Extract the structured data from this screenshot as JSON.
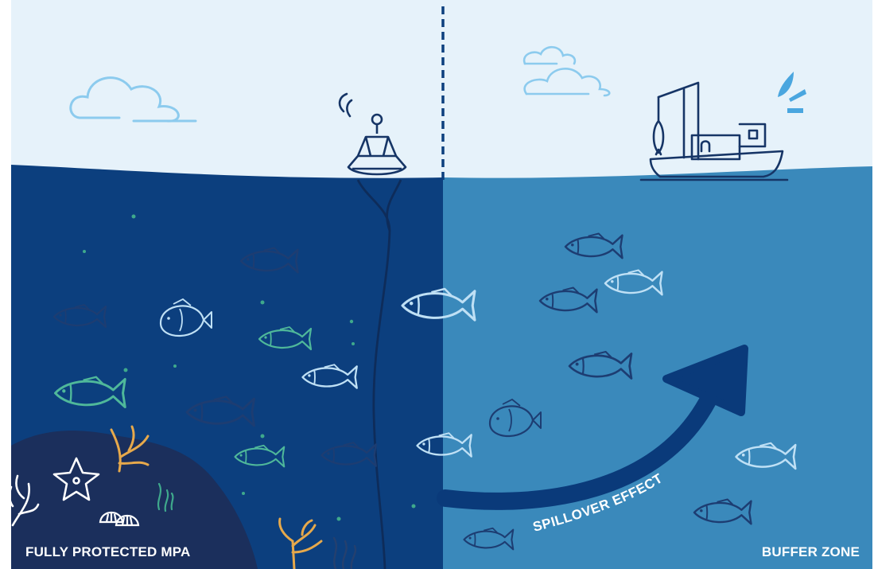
{
  "labels": {
    "left_zone": "FULLY PROTECTED MPA",
    "right_zone": "BUFFER ZONE",
    "arrow_text": "SPILLOVER EFFECT"
  },
  "colors": {
    "sky": "#e6f2fa",
    "cloud": "#8ccbee",
    "mpa_water": "#0c3f7e",
    "buffer_water": "#3a89bb",
    "seabed": "#1b2f5c",
    "line_navy": "#163566",
    "arrow": "#0a3a7a",
    "fish_light": "#bfe0f5",
    "fish_dark": "#1d3d72",
    "fish_green": "#4fb89a",
    "coral": "#e7a94b",
    "splash": "#4aa6df",
    "dots": "#3fa98c"
  },
  "icons": {
    "left": [
      "cloud-icon",
      "buoy-icon",
      "fish-icon",
      "starfish-icon",
      "shell-icon",
      "coral-icon",
      "seaweed-icon"
    ],
    "right": [
      "cloud-icon",
      "fishing-boat-icon",
      "water-splash-icon",
      "fish-icon",
      "spillover-arrow-icon"
    ]
  }
}
